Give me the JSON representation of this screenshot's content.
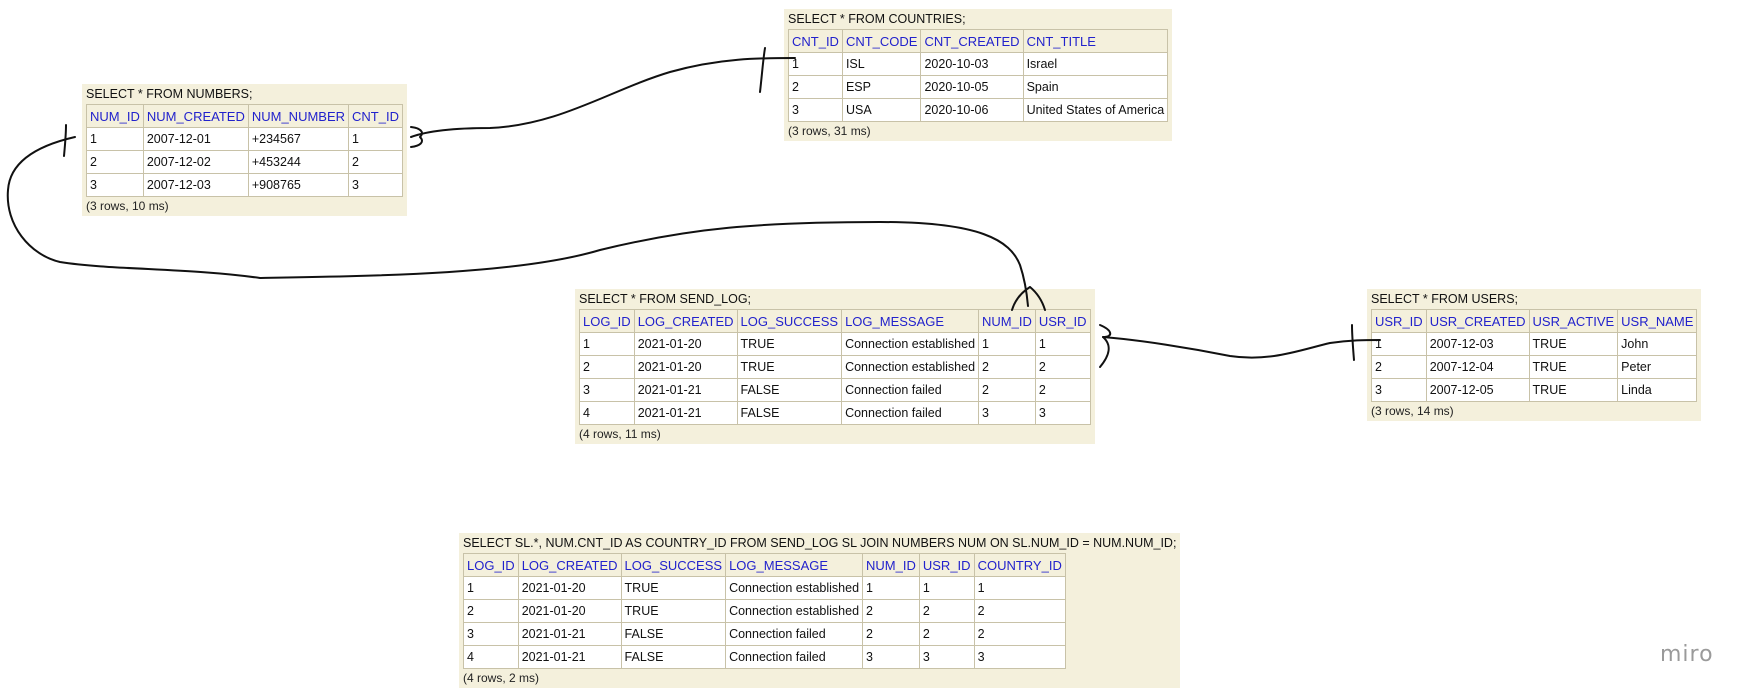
{
  "panels": [
    {
      "id": "numbers",
      "query": "SELECT * FROM NUMBERS;",
      "columns": [
        "NUM_ID",
        "NUM_CREATED",
        "NUM_NUMBER",
        "CNT_ID"
      ],
      "rows": [
        [
          "1",
          "2007-12-01",
          "+234567",
          "1"
        ],
        [
          "2",
          "2007-12-02",
          "+453244",
          "2"
        ],
        [
          "3",
          "2007-12-03",
          "+908765",
          "3"
        ]
      ],
      "footer": "(3 rows, 10 ms)"
    },
    {
      "id": "countries",
      "query": "SELECT * FROM COUNTRIES;",
      "columns": [
        "CNT_ID",
        "CNT_CODE",
        "CNT_CREATED",
        "CNT_TITLE"
      ],
      "rows": [
        [
          "1",
          "ISL",
          "2020-10-03",
          "Israel"
        ],
        [
          "2",
          "ESP",
          "2020-10-05",
          "Spain"
        ],
        [
          "3",
          "USA",
          "2020-10-06",
          "United States of America"
        ]
      ],
      "footer": "(3 rows, 31 ms)"
    },
    {
      "id": "send-log",
      "query": "SELECT * FROM SEND_LOG;",
      "columns": [
        "LOG_ID",
        "LOG_CREATED",
        "LOG_SUCCESS",
        "LOG_MESSAGE",
        "NUM_ID",
        "USR_ID"
      ],
      "rows": [
        [
          "1",
          "2021-01-20",
          "TRUE",
          "Connection established",
          "1",
          "1"
        ],
        [
          "2",
          "2021-01-20",
          "TRUE",
          "Connection established",
          "2",
          "2"
        ],
        [
          "3",
          "2021-01-21",
          "FALSE",
          "Connection failed",
          "2",
          "2"
        ],
        [
          "4",
          "2021-01-21",
          "FALSE",
          "Connection failed",
          "3",
          "3"
        ]
      ],
      "footer": "(4 rows, 11 ms)"
    },
    {
      "id": "users",
      "query": "SELECT * FROM USERS;",
      "columns": [
        "USR_ID",
        "USR_CREATED",
        "USR_ACTIVE",
        "USR_NAME"
      ],
      "rows": [
        [
          "1",
          "2007-12-03",
          "TRUE",
          "John"
        ],
        [
          "2",
          "2007-12-04",
          "TRUE",
          "Peter"
        ],
        [
          "3",
          "2007-12-05",
          "TRUE",
          "Linda"
        ]
      ],
      "footer": "(3 rows, 14 ms)"
    },
    {
      "id": "join-result",
      "query": "SELECT SL.*, NUM.CNT_ID AS COUNTRY_ID FROM SEND_LOG SL JOIN  NUMBERS NUM ON SL.NUM_ID = NUM.NUM_ID;",
      "columns": [
        "LOG_ID",
        "LOG_CREATED",
        "LOG_SUCCESS",
        "LOG_MESSAGE",
        "NUM_ID",
        "USR_ID",
        "COUNTRY_ID"
      ],
      "rows": [
        [
          "1",
          "2021-01-20",
          "TRUE",
          "Connection established",
          "1",
          "1",
          "1"
        ],
        [
          "2",
          "2021-01-20",
          "TRUE",
          "Connection established",
          "2",
          "2",
          "2"
        ],
        [
          "3",
          "2021-01-21",
          "FALSE",
          "Connection failed",
          "2",
          "2",
          "2"
        ],
        [
          "4",
          "2021-01-21",
          "FALSE",
          "Connection failed",
          "3",
          "3",
          "3"
        ]
      ],
      "footer": "(4 rows, 2 ms)"
    }
  ],
  "brand": "miro",
  "colors": {
    "panel_bg": "#f4f0dc",
    "header_text": "#2222cc",
    "connector": "#111111"
  }
}
